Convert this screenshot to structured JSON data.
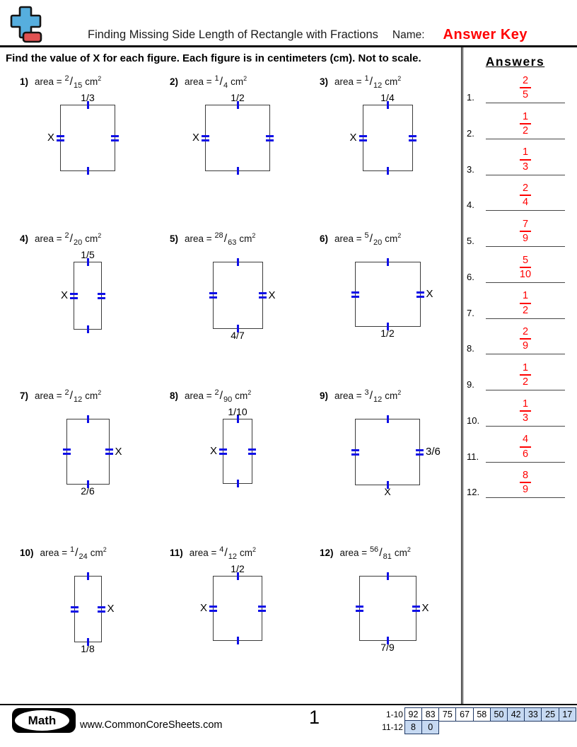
{
  "header": {
    "title": "Finding Missing Side Length of Rectangle with Fractions",
    "name_label": "Name:",
    "answer_key": "Answer Key",
    "instruction": "Find the value of X for each figure. Each figure is in centimeters (cm). Not to scale."
  },
  "labels": {
    "area_prefix": "area =",
    "unit": "cm",
    "sq": "2"
  },
  "problems": [
    {
      "num": "1)",
      "area_num": "2",
      "area_den": "15",
      "top": "1/3",
      "left": "X",
      "right": "",
      "bottom": "",
      "rect_style": "width:76px;height:92px"
    },
    {
      "num": "2)",
      "area_num": "1",
      "area_den": "4",
      "top": "1/2",
      "left": "X",
      "right": "",
      "bottom": "",
      "rect_style": "width:90px;height:92px"
    },
    {
      "num": "3)",
      "area_num": "1",
      "area_den": "12",
      "top": "1/4",
      "left": "X",
      "right": "",
      "bottom": "",
      "rect_style": "width:69px;height:92px"
    },
    {
      "num": "4)",
      "area_num": "2",
      "area_den": "20",
      "top": "1/5",
      "left": "X",
      "right": "",
      "bottom": "",
      "rect_style": "width:38px;height:94px"
    },
    {
      "num": "5)",
      "area_num": "28",
      "area_den": "63",
      "top": "",
      "left": "",
      "right": "X",
      "bottom": "4/7",
      "rect_style": "width:69px;height:93px"
    },
    {
      "num": "6)",
      "area_num": "5",
      "area_den": "20",
      "top": "",
      "left": "",
      "right": "X",
      "bottom": "1/2",
      "rect_style": "width:91px;height:90px"
    },
    {
      "num": "7)",
      "area_num": "2",
      "area_den": "12",
      "top": "",
      "left": "",
      "right": "X",
      "bottom": "2/6",
      "rect_style": "width:59px;height:91px"
    },
    {
      "num": "8)",
      "area_num": "2",
      "area_den": "90",
      "top": "1/10",
      "left": "X",
      "right": "",
      "bottom": "",
      "rect_style": "width:40px;height:90px"
    },
    {
      "num": "9)",
      "area_num": "3",
      "area_den": "12",
      "top": "",
      "left": "",
      "right": "3/6",
      "bottom": "X",
      "rect_style": "width:90px;height:92px"
    },
    {
      "num": "10)",
      "area_num": "1",
      "area_den": "24",
      "top": "",
      "left": "",
      "right": "X",
      "bottom": "1/8",
      "rect_style": "width:37px;height:92px"
    },
    {
      "num": "11)",
      "area_num": "4",
      "area_den": "12",
      "top": "1/2",
      "left": "X",
      "right": "",
      "bottom": "",
      "rect_style": "width:68px;height:90px"
    },
    {
      "num": "12)",
      "area_num": "56",
      "area_den": "81",
      "top": "",
      "left": "",
      "right": "X",
      "bottom": "7/9",
      "rect_style": "width:79px;height:90px"
    }
  ],
  "answers": {
    "title": "Answers",
    "items": [
      {
        "label": "1.",
        "num": "2",
        "den": "5"
      },
      {
        "label": "2.",
        "num": "1",
        "den": "2"
      },
      {
        "label": "3.",
        "num": "1",
        "den": "3"
      },
      {
        "label": "4.",
        "num": "2",
        "den": "4"
      },
      {
        "label": "5.",
        "num": "7",
        "den": "9"
      },
      {
        "label": "6.",
        "num": "5",
        "den": "10"
      },
      {
        "label": "7.",
        "num": "1",
        "den": "2"
      },
      {
        "label": "8.",
        "num": "2",
        "den": "9"
      },
      {
        "label": "9.",
        "num": "1",
        "den": "2"
      },
      {
        "label": "10.",
        "num": "1",
        "den": "3"
      },
      {
        "label": "11.",
        "num": "4",
        "den": "6"
      },
      {
        "label": "12.",
        "num": "8",
        "den": "9"
      }
    ]
  },
  "footer": {
    "brand": "Math",
    "site": "www.CommonCoreSheets.com",
    "page": "1",
    "score_rows": [
      {
        "label": "1-10",
        "cells": [
          "92",
          "83",
          "75",
          "67",
          "58",
          "50",
          "42",
          "33",
          "25",
          "17"
        ]
      },
      {
        "label": "11-12",
        "cells": [
          "8",
          "0"
        ]
      }
    ]
  },
  "colors": {
    "answer_red": "#ff0000",
    "tick_blue": "#0f0fe6",
    "score_cell_blue": "#c6d9f2",
    "score_border_navy": "#1f3864",
    "logo_plus_blue": "#56aede",
    "logo_minus_red": "#e05252"
  }
}
